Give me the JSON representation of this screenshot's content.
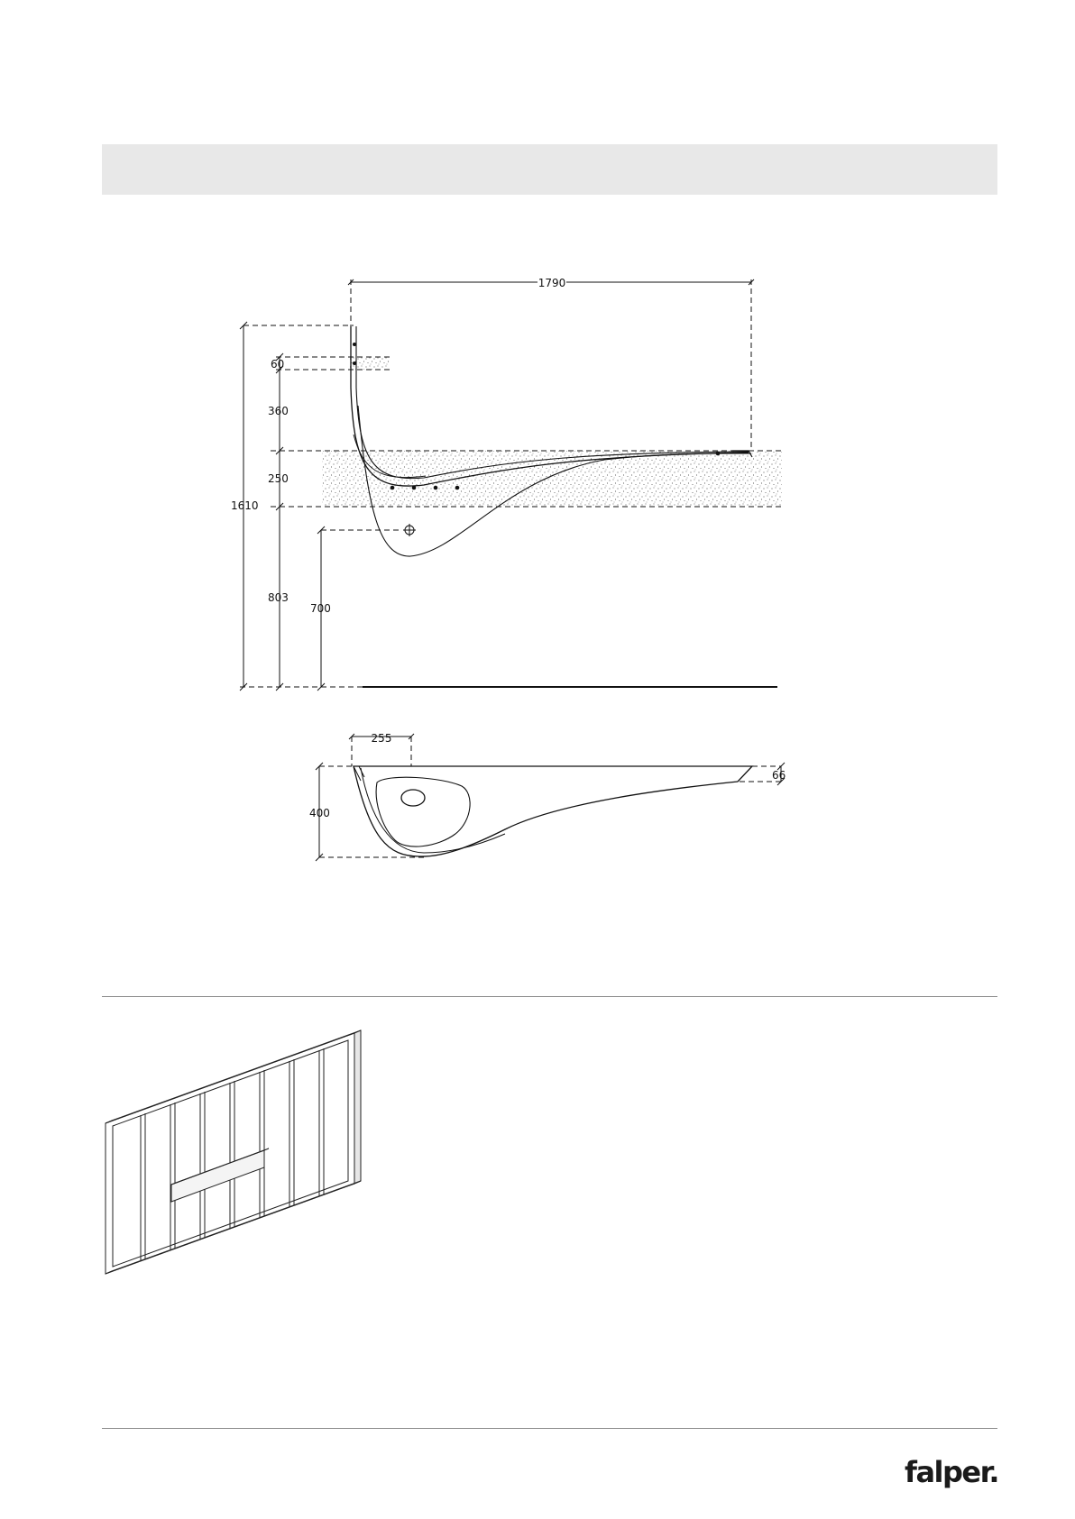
{
  "dimensions": {
    "width_total": "1790",
    "height_total": "1610",
    "height_60": "60",
    "height_360": "360",
    "height_250": "250",
    "height_803": "803",
    "height_700": "700",
    "plan_255": "255",
    "plan_400": "400",
    "plan_66": "66"
  },
  "brand": {
    "logo": "falper."
  },
  "colors": {
    "header_band": "#e8e8e8",
    "line": "#111111",
    "divider": "#8a8a8a"
  }
}
